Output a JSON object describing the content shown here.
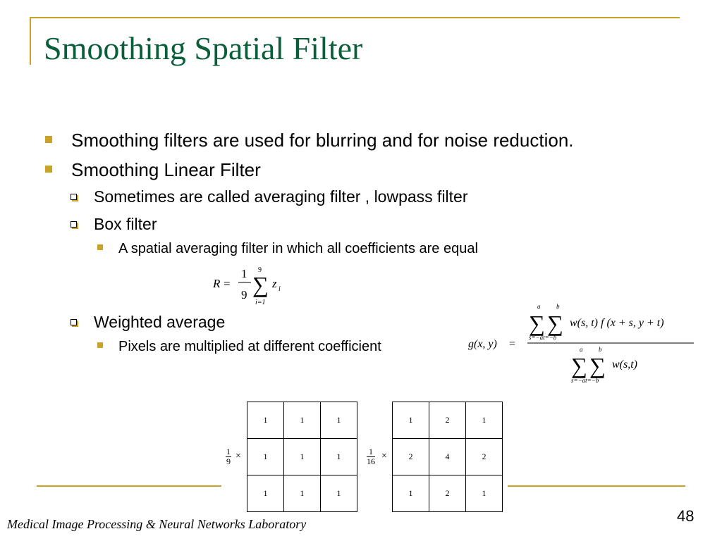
{
  "title": "Smoothing Spatial Filter",
  "bullets": [
    "Smoothing filters are used for blurring and for noise reduction.",
    "Smoothing Linear Filter",
    "Sometimes are called averaging filter , lowpass filter",
    "Box filter",
    "A spatial averaging filter in which all coefficients are equal",
    "Weighted average",
    "Pixels are multiplied at different coefficient"
  ],
  "formula_r": {
    "lhs": "R",
    "eq": "=",
    "num": "1",
    "den": "9",
    "sum_upper": "9",
    "sum_lower": "i=1",
    "term": "z",
    "sub": "i"
  },
  "formula_g": {
    "lhs": "g(x, y)",
    "eq": "=",
    "numerator": "w(s, t) f (x + s, y + t)",
    "denominator": "w(s,t)",
    "upper_a": "a",
    "upper_b": "b",
    "lower": "s=−at=−b"
  },
  "box_filter": {
    "scale_num": "1",
    "scale_den": "9",
    "times": "×",
    "rows": [
      [
        "1",
        "1",
        "1"
      ],
      [
        "1",
        "1",
        "1"
      ],
      [
        "1",
        "1",
        "1"
      ]
    ]
  },
  "weighted_filter": {
    "scale_num": "1",
    "scale_den": "16",
    "times": "×",
    "rows": [
      [
        "1",
        "2",
        "1"
      ],
      [
        "2",
        "4",
        "2"
      ],
      [
        "1",
        "2",
        "1"
      ]
    ]
  },
  "footer": "Medical Image Processing & Neural Networks Laboratory",
  "page_number": "48",
  "colors": {
    "title": "#0b5e3a",
    "accent": "#c9a227"
  }
}
